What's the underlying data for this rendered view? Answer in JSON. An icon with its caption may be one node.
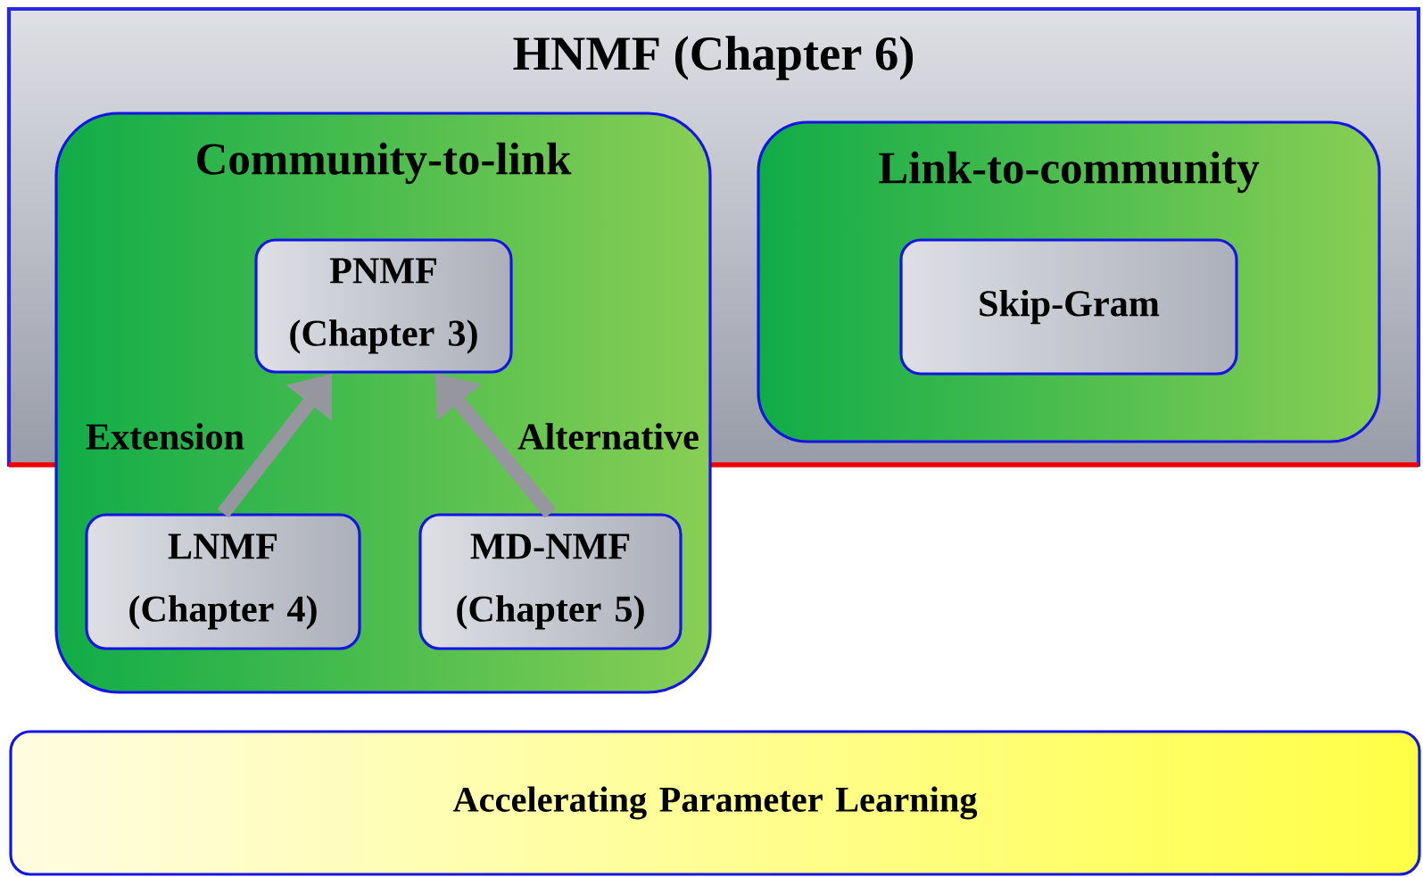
{
  "diagram": {
    "nodes": [
      {
        "text": [
          "HNMF (Chapter 6)"
        ]
      },
      {
        "text": [
          "Community-to-link"
        ]
      },
      {
        "text": [
          "PNMF (Chapter 3)"
        ]
      },
      {
        "text": [
          "LNMF (Chapter 4)"
        ],
        "in": 1
      },
      {
        "text": [
          "MD-NMF (Chapter 5)"
        ],
        "in": 1
      },
      {
        "text": [
          "Link-to-community"
        ],
        "in": 0
      },
      {
        "text": [
          "Skip-Gram"
        ],
        "in": 5
      },
      {
        "text": [
          "Accelerating Parameter Learning"
        ]
      }
    ],
    "edges": [
      {
        "from": 3,
        "to": 2,
        "arrow": "to",
        "label": "Extension"
      },
      {
        "from": 4,
        "to": 2,
        "arrow": "to",
        "label": "Alternative"
      }
    ]
  }
}
